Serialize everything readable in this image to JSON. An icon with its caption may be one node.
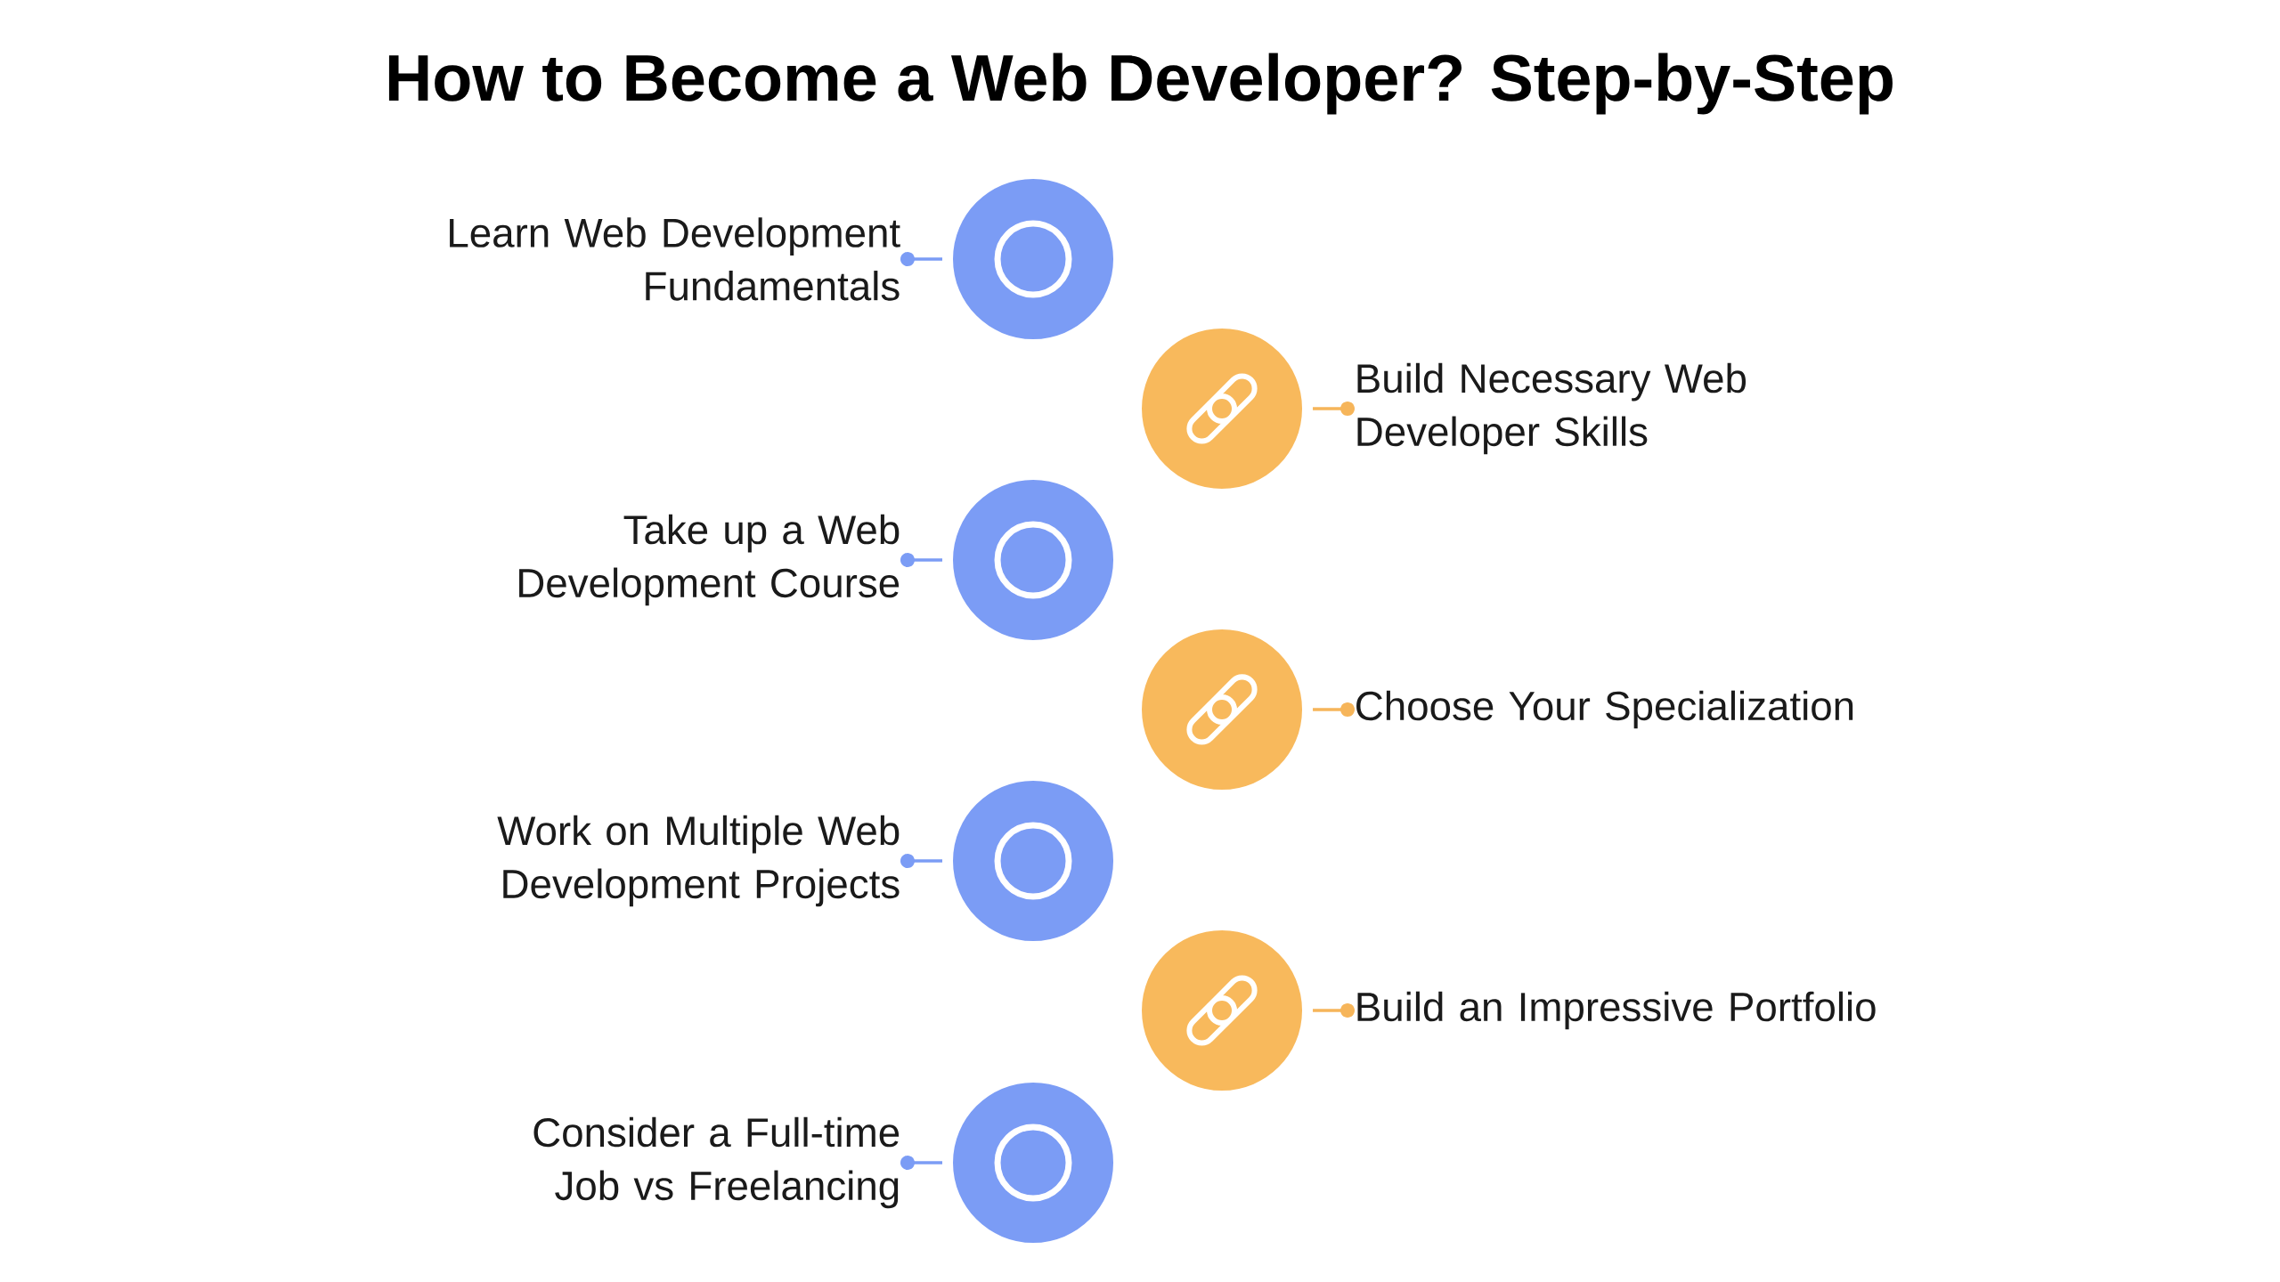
{
  "diagram": {
    "title": "How to Become a Web Developer? Step-by-Step",
    "nodes": [
      {
        "text": [
          "Learn Web Development Fundamentals"
        ]
      },
      {
        "text": [],
        "shape": "circle"
      },
      {
        "text": [
          "Build Necessary Web Developer Skills"
        ]
      },
      {
        "text": [],
        "shape": "circle"
      },
      {
        "text": [
          "Take up a Web Development Course"
        ]
      },
      {
        "text": [],
        "shape": "circle"
      },
      {
        "text": [
          "Choose Your Specialization"
        ]
      },
      {
        "text": [],
        "shape": "circle"
      },
      {
        "text": [
          "Work on Multiple Web Development Projects"
        ]
      },
      {
        "text": [],
        "shape": "circle"
      },
      {
        "text": [
          "Build an Impressive Portfolio"
        ]
      },
      {
        "text": [],
        "shape": "circle"
      },
      {
        "text": [
          "Consider a Full-time Job vs Freelancing"
        ]
      },
      {
        "text": [],
        "shape": "circle"
      }
    ],
    "edges": [
      {
        "from": 0,
        "to": 1,
        "arrow": "other"
      },
      {
        "from": 2,
        "to": 3,
        "arrow": "other",
        "color": "#f6b55a"
      },
      {
        "from": 4,
        "to": 5,
        "arrow": "other"
      },
      {
        "from": 6,
        "to": 7,
        "arrow": "other",
        "color": "#f6b55a"
      },
      {
        "from": 8,
        "to": 9,
        "arrow": "other"
      },
      {
        "from": 10,
        "to": 11,
        "arrow": "other",
        "color": "#f6b55a"
      },
      {
        "from": 12,
        "to": 13,
        "arrow": "other"
      }
    ]
  }
}
